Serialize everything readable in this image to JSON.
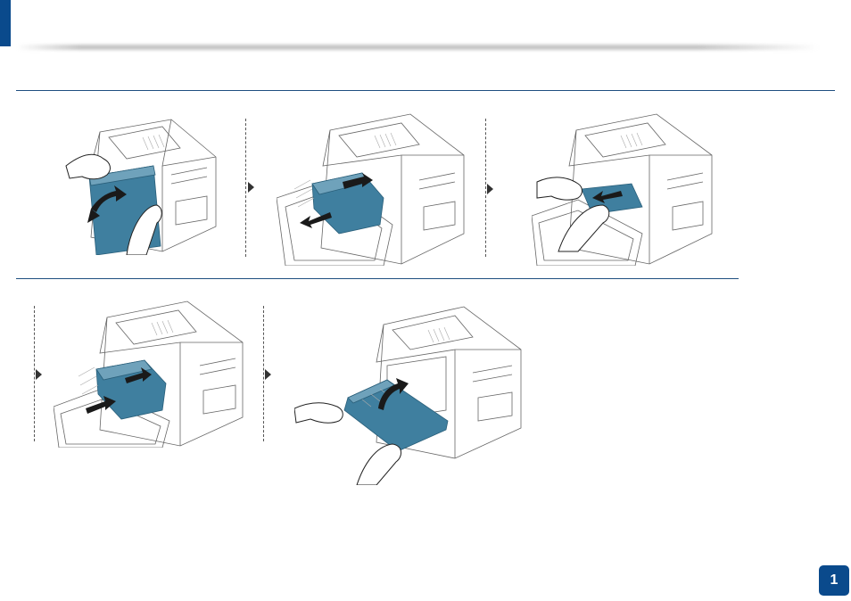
{
  "page": {
    "number": "1"
  },
  "steps": [
    {
      "id": "open-front-cover",
      "icon": "printer-open-cover-illustration"
    },
    {
      "id": "remove-toner",
      "icon": "printer-remove-toner-illustration"
    },
    {
      "id": "remove-jammed-paper",
      "icon": "printer-remove-paper-illustration"
    },
    {
      "id": "reinsert-toner",
      "icon": "printer-insert-toner-illustration"
    },
    {
      "id": "close-front-cover",
      "icon": "printer-close-cover-illustration"
    }
  ],
  "colors": {
    "accent": "#0a4a8c",
    "part_highlight": "#3f7f9f"
  }
}
